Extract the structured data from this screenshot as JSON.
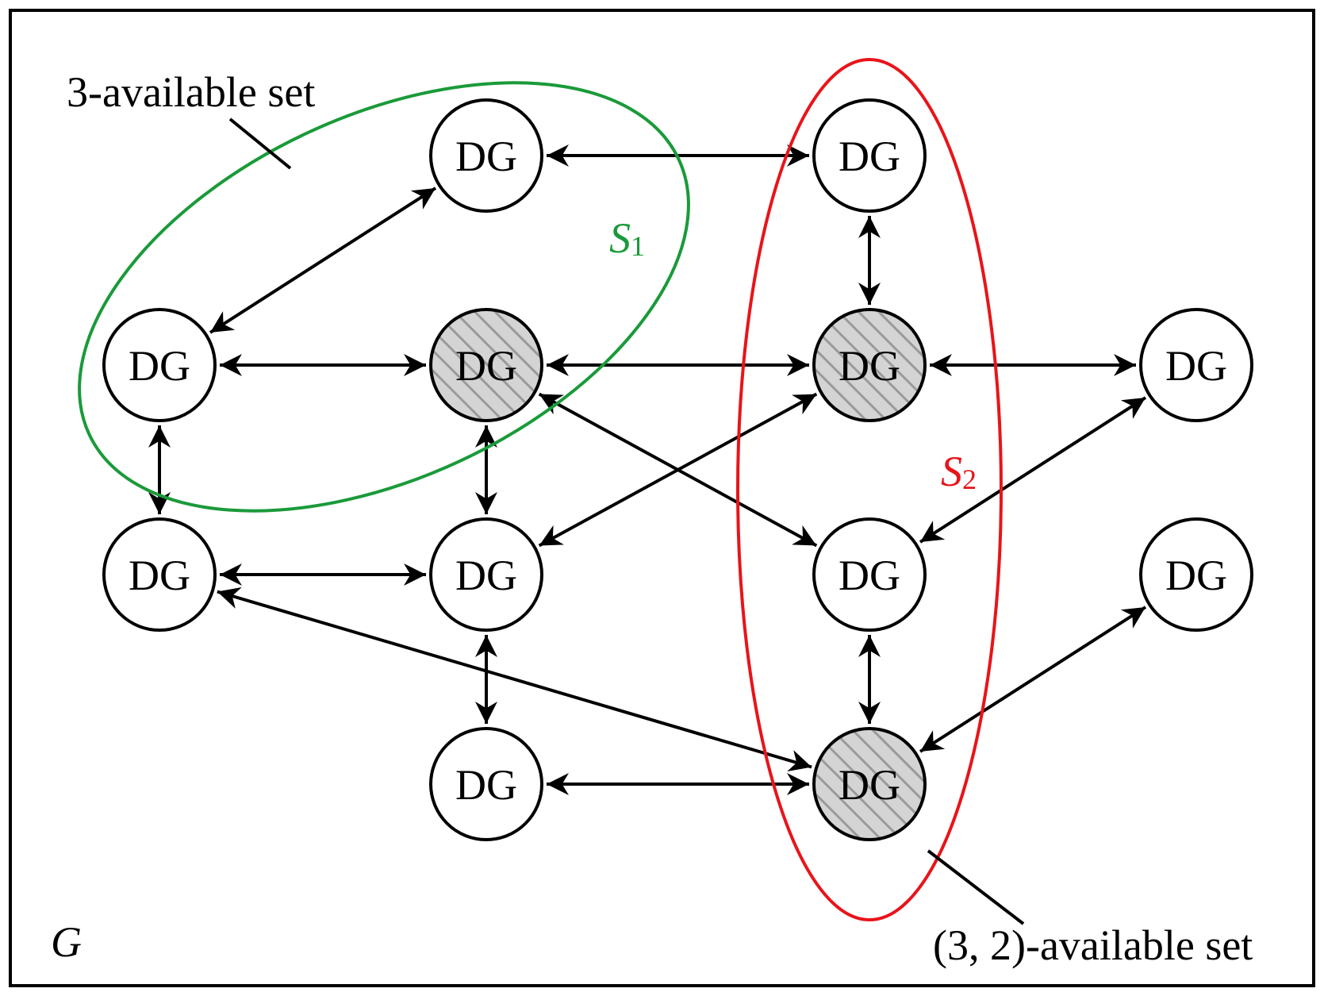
{
  "graph": {
    "name": "G",
    "node_label": "DG",
    "border_color": "#000000"
  },
  "sets": {
    "s1": {
      "name": "S",
      "subscript": "1",
      "color": "#1a9a3a"
    },
    "s2": {
      "name": "S",
      "subscript": "2",
      "color": "#e8141a"
    }
  },
  "annotations": {
    "three_available": "3-available set",
    "three_two_available": "(3, 2)-available set"
  },
  "nodes": [
    {
      "id": "n1",
      "label": "DG",
      "hatched": false
    },
    {
      "id": "n2",
      "label": "DG",
      "hatched": false
    },
    {
      "id": "n3",
      "label": "DG",
      "hatched": false
    },
    {
      "id": "n4",
      "label": "DG",
      "hatched": true
    },
    {
      "id": "n5",
      "label": "DG",
      "hatched": true
    },
    {
      "id": "n6",
      "label": "DG",
      "hatched": false
    },
    {
      "id": "n7",
      "label": "DG",
      "hatched": false
    },
    {
      "id": "n8",
      "label": "DG",
      "hatched": false
    },
    {
      "id": "n9",
      "label": "DG",
      "hatched": false
    },
    {
      "id": "n10",
      "label": "DG",
      "hatched": false
    },
    {
      "id": "n11",
      "label": "DG",
      "hatched": false
    },
    {
      "id": "n12",
      "label": "DG",
      "hatched": true
    }
  ],
  "edges": [
    [
      "n1",
      "n2"
    ],
    [
      "n1",
      "n3"
    ],
    [
      "n2",
      "n5"
    ],
    [
      "n3",
      "n4"
    ],
    [
      "n4",
      "n5"
    ],
    [
      "n5",
      "n6"
    ],
    [
      "n3",
      "n7"
    ],
    [
      "n4",
      "n8"
    ],
    [
      "n7",
      "n8"
    ],
    [
      "n8",
      "n5"
    ],
    [
      "n4",
      "n9"
    ],
    [
      "n6",
      "n9"
    ],
    [
      "n9",
      "n12"
    ],
    [
      "n7",
      "n12"
    ],
    [
      "n8",
      "n11"
    ],
    [
      "n11",
      "n12"
    ],
    [
      "n12",
      "n10"
    ]
  ]
}
